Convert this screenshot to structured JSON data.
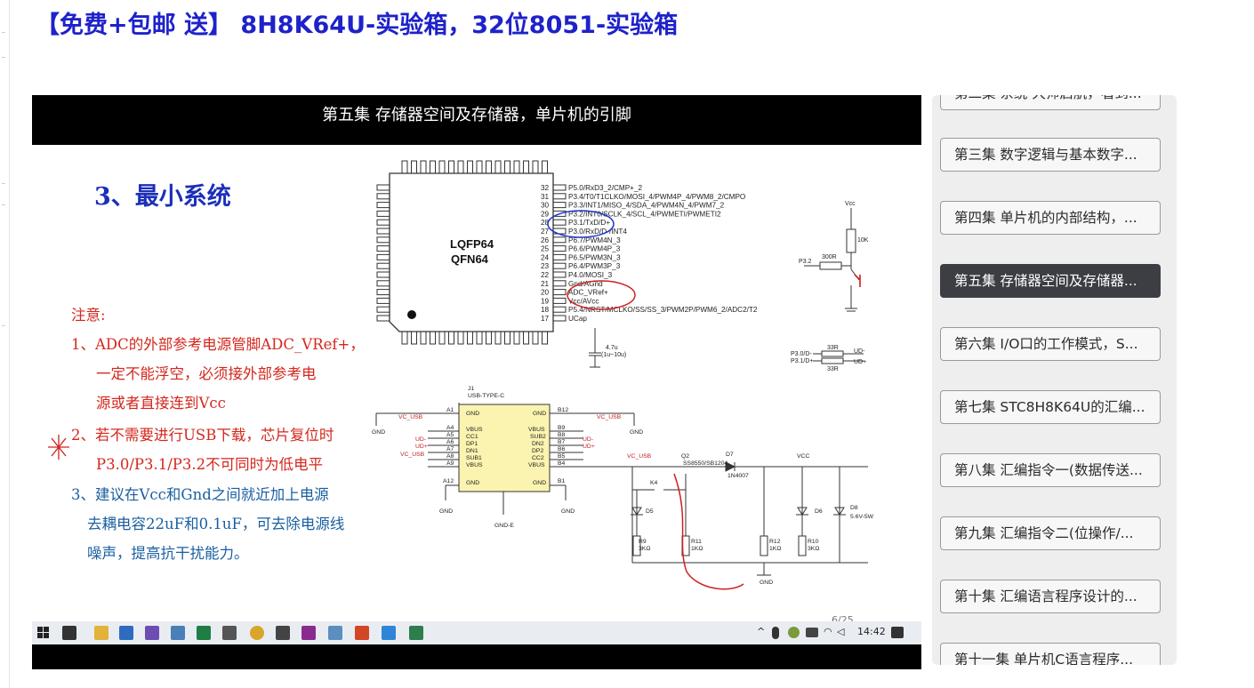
{
  "page": {
    "title": "【免费+包邮 送】 8H8K64U-实验箱，32位8051-实验箱"
  },
  "video": {
    "caption": "第五集 存储器空间及存储器，单片机的引脚",
    "slide": {
      "heading": "3、最小系统",
      "notes_title": "注意:",
      "notes": [
        "1、ADC的外部参考电源管脚ADC_VRef+，",
        "一定不能浮空，必须接外部参考电",
        "源或者直接连到Vcc",
        "2、若不需要进行USB下载，芯片复位时",
        "P3.0/P3.1/P3.2不可同时为低电平",
        "3、建议在Vcc和Gnd之间就近加上电源",
        "去耦电容22uF和0.1uF，可去除电源线",
        "噪声，提高抗干扰能力。"
      ],
      "page_number": "6/25",
      "chip": {
        "name_line1": "LQFP64",
        "name_line2": "QFN64",
        "pins": [
          {
            "num": "32",
            "label": "P5.0/RxD3_2/CMP+_2"
          },
          {
            "num": "31",
            "label": "P3.4/T0/T1CLKO/MOSI_4/PWM4P_4/PWM8_2/CMPO"
          },
          {
            "num": "30",
            "label": "P3.3/INT1/MISO_4/SDA_4/PWM4N_4/PWM7_2"
          },
          {
            "num": "29",
            "label": "P3.2/INT0/SCLK_4/SCL_4/PWMETI/PWMETI2"
          },
          {
            "num": "28",
            "label": "P3.1/TxD/D+"
          },
          {
            "num": "27",
            "label": "P3.0/RxD/D-/INT4"
          },
          {
            "num": "26",
            "label": "P6.7/PWM4N_3"
          },
          {
            "num": "25",
            "label": "P6.6/PWM4P_3"
          },
          {
            "num": "24",
            "label": "P6.5/PWM3N_3"
          },
          {
            "num": "23",
            "label": "P6.4/PWM3P_3"
          },
          {
            "num": "22",
            "label": "P4.0/MOSI_3"
          },
          {
            "num": "21",
            "label": "Gnd/AGnd"
          },
          {
            "num": "20",
            "label": "ADC_VRef+"
          },
          {
            "num": "19",
            "label": "Vcc/AVcc"
          },
          {
            "num": "18",
            "label": "P5.4/NRST/MCLKO/SS/SS_3/PWM2P/PWM6_2/ADC2/T2"
          },
          {
            "num": "17",
            "label": "UCap"
          }
        ]
      },
      "circuit_labels": {
        "vcc": "Vcc",
        "r10k": "10K",
        "r300": "300R",
        "p32": "P3.2",
        "cap": "4.7u",
        "cap2": "(1u~10u)",
        "p30": "P3.0/D-",
        "p31": "P3.1/D+",
        "r33a": "33R",
        "r33b": "33R",
        "udm": "UD-",
        "udp": "UD+",
        "j1": "J1",
        "usbtype": "USB-TYPE-C",
        "vc_usb": "VC_USB",
        "gnd": "GND",
        "vbus": "VBUS",
        "a1": "A1",
        "a4": "A4",
        "a5": "A5",
        "a6": "A6",
        "a7": "A7",
        "a8": "A8",
        "a9": "A9",
        "a12": "A12",
        "b12": "B12",
        "b9": "B9",
        "b8": "B8",
        "b7": "B7",
        "b6": "B6",
        "b5": "B5",
        "b4": "B4",
        "b1": "B1",
        "cc1": "CC1",
        "dp1": "DP1",
        "dn1": "DN1",
        "sub1": "SUB1",
        "sub2": "SUB2",
        "dn2": "DN2",
        "dp2": "DP2",
        "cc2": "CC2",
        "gnde": "GND-E",
        "q2": "Q2",
        "q2part": "SS8550/SB1204",
        "d7": "D7",
        "d7part": "1N4007",
        "vcc2": "VCC",
        "k4": "K4",
        "d5": "D5",
        "d6": "D6",
        "d8": "D8",
        "d8part": "5.6V-5W",
        "r9": "R9",
        "r9v": "3KΩ",
        "r11": "R11",
        "r11v": "1KΩ",
        "r12": "R12",
        "r12v": "1KΩ",
        "r10": "R10",
        "r10v": "3KΩ"
      }
    },
    "taskbar": {
      "time": "14:42"
    }
  },
  "playlist": {
    "items": [
      {
        "label": "第二集 系统 大师启航，看到..."
      },
      {
        "label": "第三集 数字逻辑与基本数字..."
      },
      {
        "label": "第四集 单片机的内部结构，..."
      },
      {
        "label": "第五集 存储器空间及存储器..."
      },
      {
        "label": "第六集 I/O口的工作模式，S..."
      },
      {
        "label": "第七集 STC8H8K64U的汇编..."
      },
      {
        "label": "第八集 汇编指令一(数据传送..."
      },
      {
        "label": "第九集 汇编指令二(位操作/..."
      },
      {
        "label": "第十集 汇编语言程序设计的..."
      },
      {
        "label": "第十一集 单片机C语言程序..."
      }
    ],
    "active_index": 3
  },
  "colors": {
    "title_blue": "#1e22c9",
    "note_red": "#d4271d",
    "note_blue": "#1a5fa0",
    "active_bg": "#3c3e44"
  }
}
